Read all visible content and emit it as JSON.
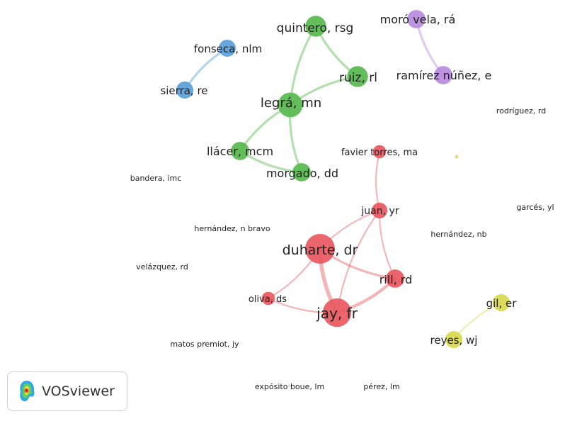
{
  "logo": {
    "text": "VOSviewer",
    "icon": "vosviewer-heatmap-icon"
  },
  "colors": {
    "red": "#e8585f",
    "green": "#58b84e",
    "blue": "#5a9fd8",
    "purple": "#b98be0",
    "yellow": "#d8d84e",
    "gray": "#c8c8c8"
  },
  "clusters": [
    "red",
    "green",
    "blue",
    "purple",
    "yellow"
  ],
  "nodes": [
    {
      "id": "quintero",
      "label": "quintero, rsg",
      "cluster": "green",
      "weight": 13
    },
    {
      "id": "ruiz",
      "label": "ruiz, rl",
      "cluster": "green",
      "weight": 13
    },
    {
      "id": "legra",
      "label": "legrá, mn",
      "cluster": "green",
      "weight": 16
    },
    {
      "id": "llacer",
      "label": "llácer, mcm",
      "cluster": "green",
      "weight": 11
    },
    {
      "id": "morgado",
      "label": "morgado, dd",
      "cluster": "green",
      "weight": 11
    },
    {
      "id": "fonseca",
      "label": "fonseca, nlm",
      "cluster": "blue",
      "weight": 10
    },
    {
      "id": "sierra",
      "label": "sierra, re",
      "cluster": "blue",
      "weight": 10
    },
    {
      "id": "moro",
      "label": "moró vela, rá",
      "cluster": "purple",
      "weight": 11
    },
    {
      "id": "ramirez",
      "label": "ramírez núñez, e",
      "cluster": "purple",
      "weight": 11
    },
    {
      "id": "favier",
      "label": "favier torres, ma",
      "cluster": "red",
      "weight": 7
    },
    {
      "id": "juan",
      "label": "juan, yr",
      "cluster": "red",
      "weight": 9
    },
    {
      "id": "duharte",
      "label": "duharte, dr",
      "cluster": "red",
      "weight": 20
    },
    {
      "id": "rill",
      "label": "rill, rd",
      "cluster": "red",
      "weight": 11
    },
    {
      "id": "oliva",
      "label": "oliva, ds",
      "cluster": "red",
      "weight": 7
    },
    {
      "id": "jay",
      "label": "jay, fr",
      "cluster": "red",
      "weight": 19
    },
    {
      "id": "gil",
      "label": "gil, er",
      "cluster": "yellow",
      "weight": 10
    },
    {
      "id": "reyes",
      "label": "reyes, wj",
      "cluster": "yellow",
      "weight": 10
    },
    {
      "id": "rodriguez",
      "label": "rodríguez, rd",
      "cluster": "gray",
      "weight": 1
    },
    {
      "id": "bandera",
      "label": "bandera, imc",
      "cluster": "gray",
      "weight": 1
    },
    {
      "id": "garces",
      "label": "garcés, yl",
      "cluster": "gray",
      "weight": 1
    },
    {
      "id": "hernandez_nbravo",
      "label": "hernández, n bravo",
      "cluster": "gray",
      "weight": 1
    },
    {
      "id": "hernandez_nb",
      "label": "hernández, nb",
      "cluster": "gray",
      "weight": 1
    },
    {
      "id": "velazquez",
      "label": "velázquez, rd",
      "cluster": "gray",
      "weight": 1
    },
    {
      "id": "matos",
      "label": "matos premiot, jy",
      "cluster": "gray",
      "weight": 1
    },
    {
      "id": "exposito",
      "label": "expósito boue, lm",
      "cluster": "gray",
      "weight": 1
    },
    {
      "id": "perez",
      "label": "pérez, lm",
      "cluster": "gray",
      "weight": 1
    },
    {
      "id": "isolated_dot",
      "label": "",
      "cluster": "yellow",
      "weight": 1
    }
  ],
  "edges": [
    {
      "from": "quintero",
      "to": "ruiz",
      "cluster": "green",
      "strength": 2
    },
    {
      "from": "quintero",
      "to": "legra",
      "cluster": "green",
      "strength": 2
    },
    {
      "from": "ruiz",
      "to": "legra",
      "cluster": "green",
      "strength": 2
    },
    {
      "from": "legra",
      "to": "llacer",
      "cluster": "green",
      "strength": 2
    },
    {
      "from": "legra",
      "to": "morgado",
      "cluster": "green",
      "strength": 2
    },
    {
      "from": "llacer",
      "to": "morgado",
      "cluster": "green",
      "strength": 2
    },
    {
      "from": "fonseca",
      "to": "sierra",
      "cluster": "blue",
      "strength": 2
    },
    {
      "from": "moro",
      "to": "ramirez",
      "cluster": "purple",
      "strength": 2
    },
    {
      "from": "favier",
      "to": "juan",
      "cluster": "red",
      "strength": 1
    },
    {
      "from": "juan",
      "to": "duharte",
      "cluster": "red",
      "strength": 1
    },
    {
      "from": "juan",
      "to": "jay",
      "cluster": "red",
      "strength": 1
    },
    {
      "from": "juan",
      "to": "rill",
      "cluster": "red",
      "strength": 1
    },
    {
      "from": "duharte",
      "to": "jay",
      "cluster": "red",
      "strength": 4
    },
    {
      "from": "duharte",
      "to": "rill",
      "cluster": "red",
      "strength": 2
    },
    {
      "from": "jay",
      "to": "rill",
      "cluster": "red",
      "strength": 3
    },
    {
      "from": "oliva",
      "to": "jay",
      "cluster": "red",
      "strength": 1
    },
    {
      "from": "oliva",
      "to": "duharte",
      "cluster": "red",
      "strength": 1
    },
    {
      "from": "gil",
      "to": "reyes",
      "cluster": "yellow",
      "strength": 1
    }
  ]
}
